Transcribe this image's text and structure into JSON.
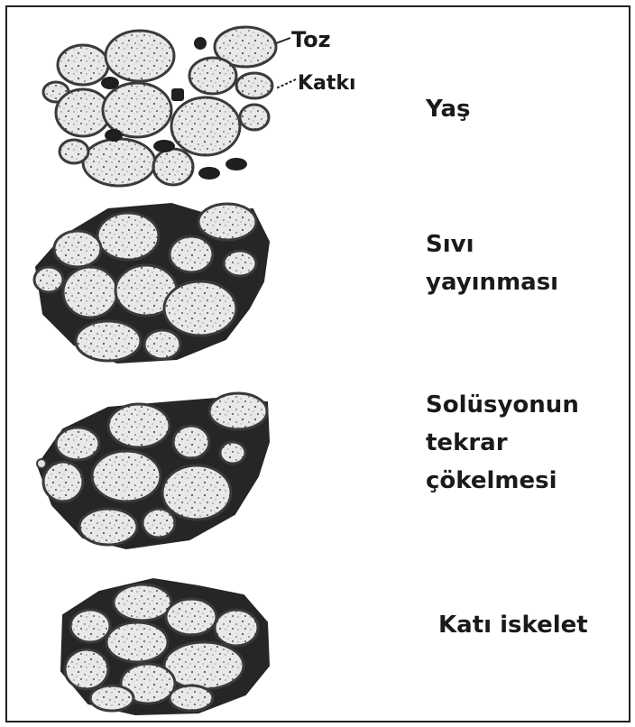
{
  "annotations": {
    "powder_label": "Toz",
    "additive_label": "Katkı"
  },
  "stages": [
    {
      "lines": [
        "Yaş"
      ]
    },
    {
      "lines": [
        "Sıvı",
        "yayınması"
      ]
    },
    {
      "lines": [
        "Solüsyonun",
        "tekrar",
        "çökelmesi"
      ]
    },
    {
      "lines": [
        "Katı iskelet"
      ]
    }
  ],
  "colors": {
    "particle_fill": "#e6e6e6",
    "particle_stroke": "#3a3a3a",
    "liquid_phase": "#2b2b2b",
    "frame": "#222222"
  }
}
